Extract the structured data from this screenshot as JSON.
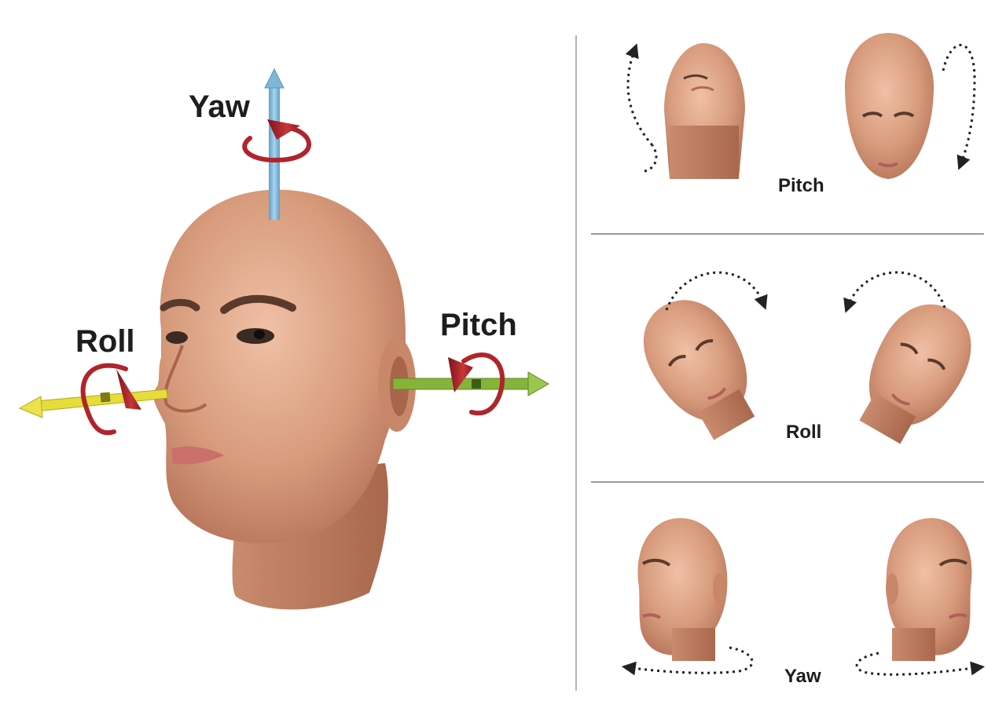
{
  "main_diagram": {
    "labels": {
      "yaw": "Yaw",
      "roll": "Roll",
      "pitch": "Pitch"
    }
  },
  "panels": [
    {
      "name": "pitch",
      "label": "Pitch"
    },
    {
      "name": "roll",
      "label": "Roll"
    },
    {
      "name": "yaw",
      "label": "Yaw"
    }
  ],
  "colors": {
    "yaw_axis": "#7fb7d8",
    "roll_axis": "#e6dc3a",
    "pitch_axis": "#86b43a",
    "rotation_arrow": "#b0242a",
    "skin": "#d9a184",
    "divider": "#9a9a9a"
  }
}
